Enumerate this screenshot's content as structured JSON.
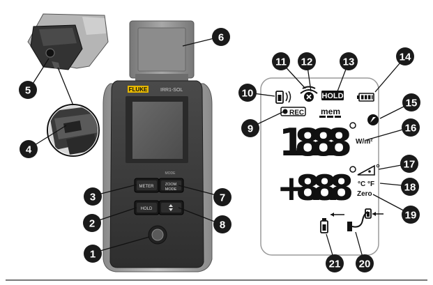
{
  "device": {
    "brand": "FLUKE",
    "model": "IRR1-SOL",
    "buttons": {
      "meter": "METER",
      "zoom_mode": "ZOOM\nMODE",
      "hold": "HOLD",
      "mode_small": "MODE"
    }
  },
  "lcd": {
    "rec_label": "REC",
    "hold_label": "HOLD",
    "mem_label": "mem",
    "main_reading": "1.8.8.8",
    "main_unit": "W/m²",
    "secondary_reading": "+8.8.8",
    "temp_units": "°C °F",
    "zero_label": "Zero"
  },
  "callouts": [
    "1",
    "2",
    "3",
    "4",
    "5",
    "6",
    "7",
    "8",
    "9",
    "10",
    "11",
    "12",
    "13",
    "14",
    "15",
    "16",
    "17",
    "18",
    "19",
    "20",
    "21"
  ],
  "colors": {
    "callout_fill": "#1a1a1a",
    "device_body": "#3d3d3d",
    "device_bumper": "#9e9e9e",
    "lcd_background": "#ffffff",
    "segment": "#111111"
  }
}
